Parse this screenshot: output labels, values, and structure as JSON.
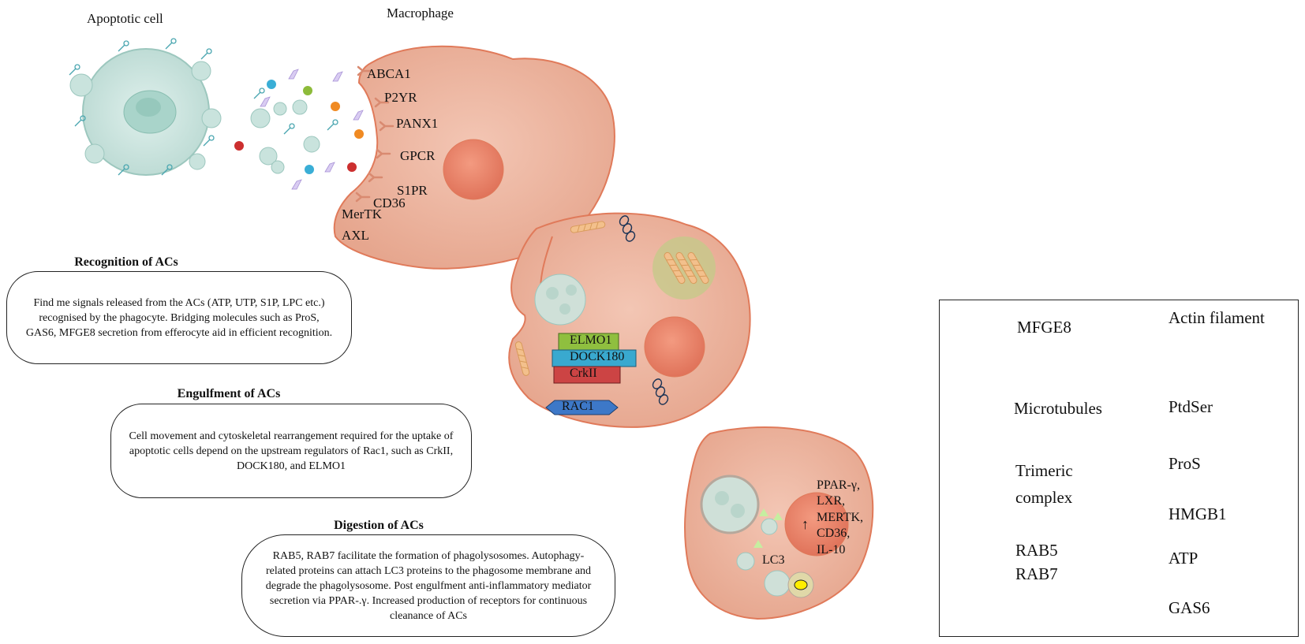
{
  "cells": {
    "apoptotic_label": "Apoptotic cell",
    "macrophage_label": "Macrophage"
  },
  "receptors": [
    "ABCA1",
    "P2YR",
    "PANX1",
    "GPCR",
    "S1PR",
    "CD36",
    "MerTK",
    "AXL"
  ],
  "engulfment_proteins": {
    "elmo": "ELMO1",
    "dock": "DOCK180",
    "crk": "CrkII",
    "rac": "RAC1",
    "colors": {
      "elmo": "#8fbf3f",
      "dock": "#39a9cf",
      "crk": "#cc4444",
      "rac": "#3d78c8"
    }
  },
  "digestion_labels": {
    "lc3": "LC3",
    "arrow": "↑",
    "mediators": [
      "PPAR-γ,",
      "LXR,",
      "MERTK,",
      "CD36,",
      "IL-10"
    ]
  },
  "steps": [
    {
      "title": "Recognition of ACs",
      "text": "Find me signals released from the ACs (ATP, UTP, S1P, LPC etc.) recognised by the phagocyte. Bridging molecules such as ProS, GAS6, MFGE8 secretion from efferocyte aid in efficient recognition."
    },
    {
      "title": "Engulfment of ACs",
      "text": "Cell movement and cytoskeletal rearrangement required for the uptake of apoptotic cells depend on the upstream regulators of Rac1, such as CrkII, DOCK180, and ELMO1"
    },
    {
      "title": "Digestion of ACs",
      "text": "RAB5, RAB7 facilitate the formation of phagolysosomes. Autophagy-related proteins can attach LC3 proteins to the phagosome membrane and degrade the phagolysosome. Post engulfment anti-inflammatory mediator secretion via PPAR-.γ. Increased production of receptors for continuous cleanance of ACs"
    }
  ],
  "legend": {
    "mfge8": "MFGE8",
    "actin": "Actin filament",
    "microtubules": "Microtubules",
    "ptdser": "PtdSer",
    "trimeric_1": "Trimeric",
    "trimeric_2": "complex",
    "pros": "ProS",
    "hmgb1": "HMGB1",
    "rab5": "RAB5",
    "rab7": "RAB7",
    "atp": "ATP",
    "gas6": "GAS6"
  },
  "colors": {
    "macrophage_fill": "#efb8a3",
    "macrophage_edge": "#e07a5a",
    "apoptotic_fill": "#c9e3dd",
    "pros": "#3aaed6",
    "hmgb1": "#cc2f2f",
    "atp": "#f08a22",
    "gas6": "#8dbb3a",
    "mfge8": "#d9ccf2",
    "actin": "#1c3355",
    "microtubule": "#f3c08c",
    "rab": "#c6eea0"
  }
}
